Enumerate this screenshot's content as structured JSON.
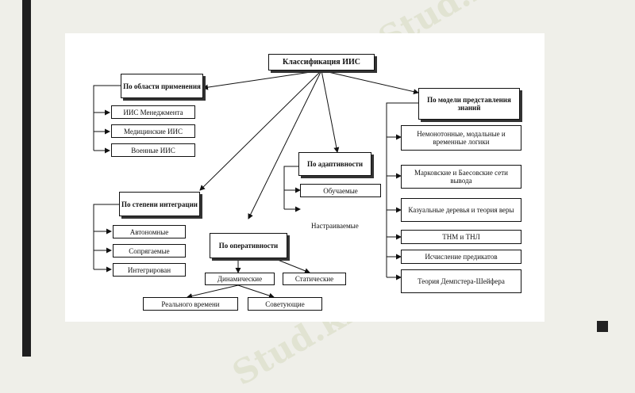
{
  "watermark": "Stud.kz - Stud.kz",
  "diagram": {
    "root": "Классификация ИИС",
    "area": {
      "title": "По области применения",
      "items": [
        "ИИС Менеджмента",
        "Медицинские ИИС",
        "Военные ИИС"
      ]
    },
    "integration": {
      "title": "По степени интеграции",
      "items": [
        "Автономные",
        "Сопрягаемые",
        "Интегрирован"
      ]
    },
    "speed": {
      "title": "По оперативности",
      "dynamic": "Динамические",
      "static": "Статические",
      "realtime": "Реального времени",
      "advising": "Советующие"
    },
    "adaptivity": {
      "title": "По адаптивности",
      "items": [
        "Обучаемые",
        "Настраиваемые"
      ]
    },
    "knowledge": {
      "title": "По модели представления знаний",
      "items": [
        "Немонотонные, модальные и временные логики",
        "Марковские и Баесовские сети вывода",
        "Казуальные деревья и теория веры",
        "ТНМ и ТНЛ",
        "Исчисление предикатов",
        "Теория Демпстера-Шейфера"
      ]
    }
  }
}
